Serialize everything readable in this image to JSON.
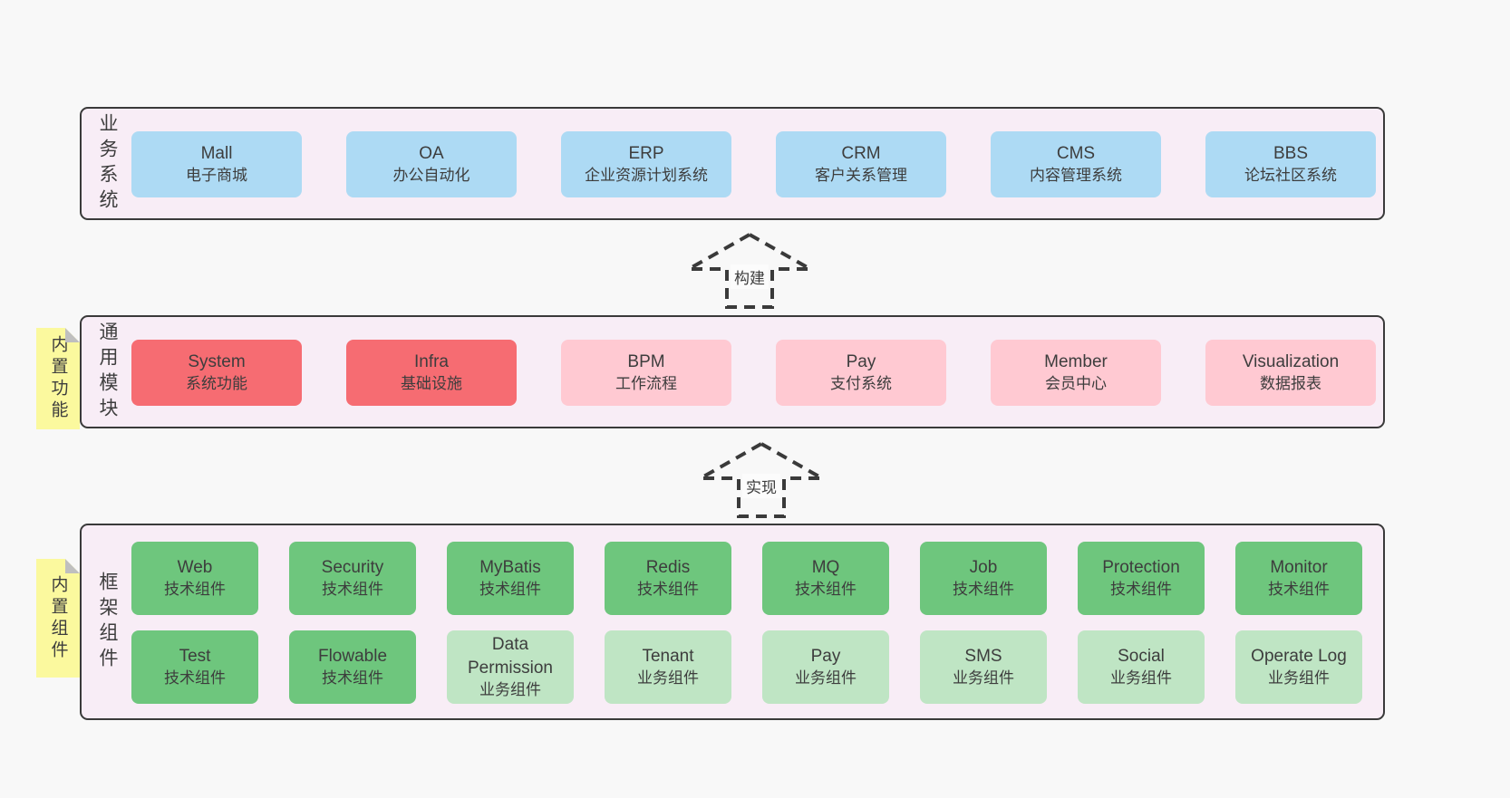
{
  "colors": {
    "page_bg": "#f8f8f8",
    "band_bg": "#f8edf6",
    "band_border": "#3a3a3a",
    "blue_box": "#addaf4",
    "red_box": "#f66c72",
    "pink_box": "#ffc9d2",
    "green_dark_box": "#6ec67d",
    "green_light_box": "#bfe5c4",
    "sticky_note": "#fbf99e",
    "text": "#3d3d3d"
  },
  "arrows": [
    {
      "label": "构建"
    },
    {
      "label": "实现"
    }
  ],
  "bands": [
    {
      "label": "业务系统",
      "rows": [
        [
          {
            "name": "Mall",
            "subtitle": "电子商城"
          },
          {
            "name": "OA",
            "subtitle": "办公自动化"
          },
          {
            "name": "ERP",
            "subtitle": "企业资源计划系统"
          },
          {
            "name": "CRM",
            "subtitle": "客户关系管理"
          },
          {
            "name": "CMS",
            "subtitle": "内容管理系统"
          },
          {
            "name": "BBS",
            "subtitle": "论坛社区系统"
          }
        ]
      ]
    },
    {
      "label": "通用模块",
      "sticky": "内置功能",
      "rows": [
        [
          {
            "name": "System",
            "subtitle": "系统功能"
          },
          {
            "name": "Infra",
            "subtitle": "基础设施"
          },
          {
            "name": "BPM",
            "subtitle": "工作流程"
          },
          {
            "name": "Pay",
            "subtitle": "支付系统"
          },
          {
            "name": "Member",
            "subtitle": "会员中心"
          },
          {
            "name": "Visualization",
            "subtitle": "数据报表"
          }
        ]
      ]
    },
    {
      "label": "框架组件",
      "sticky": "内置组件",
      "rows": [
        [
          {
            "name": "Web",
            "subtitle": "技术组件"
          },
          {
            "name": "Security",
            "subtitle": "技术组件"
          },
          {
            "name": "MyBatis",
            "subtitle": "技术组件"
          },
          {
            "name": "Redis",
            "subtitle": "技术组件"
          },
          {
            "name": "MQ",
            "subtitle": "技术组件"
          },
          {
            "name": "Job",
            "subtitle": "技术组件"
          },
          {
            "name": "Protection",
            "subtitle": "技术组件"
          },
          {
            "name": "Monitor",
            "subtitle": "技术组件"
          }
        ],
        [
          {
            "name": "Test",
            "subtitle": "技术组件"
          },
          {
            "name": "Flowable",
            "subtitle": "技术组件"
          },
          {
            "name": "Data Permission",
            "subtitle": "业务组件"
          },
          {
            "name": "Tenant",
            "subtitle": "业务组件"
          },
          {
            "name": "Pay",
            "subtitle": "业务组件"
          },
          {
            "name": "SMS",
            "subtitle": "业务组件"
          },
          {
            "name": "Social",
            "subtitle": "业务组件"
          },
          {
            "name": "Operate Log",
            "subtitle": "业务组件"
          }
        ]
      ]
    }
  ]
}
